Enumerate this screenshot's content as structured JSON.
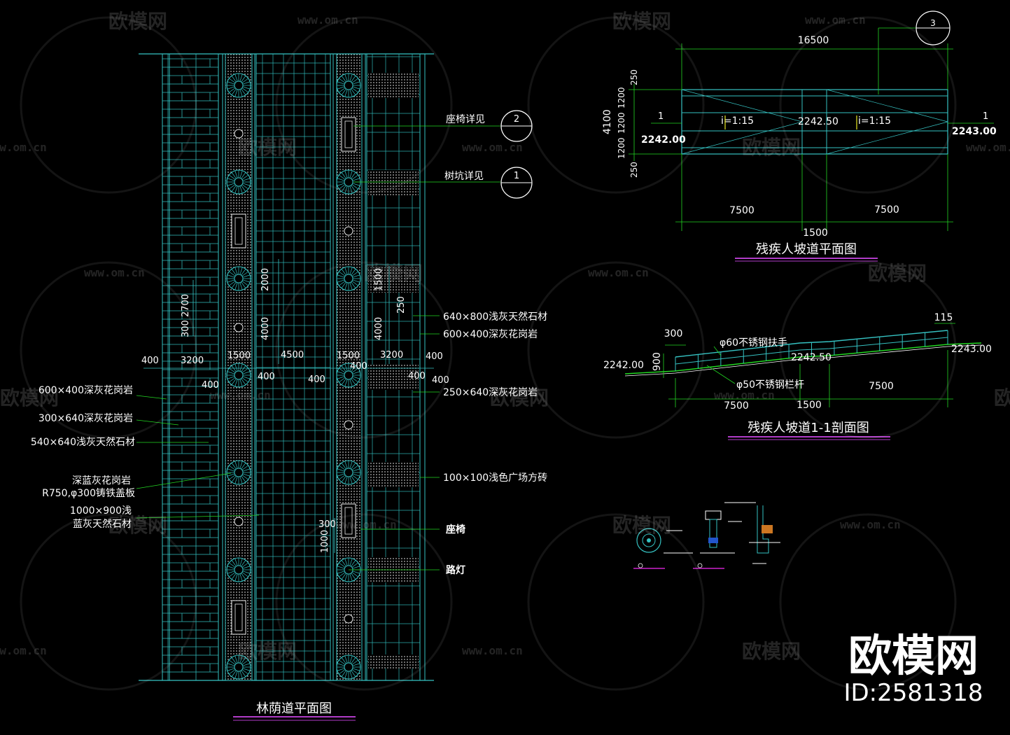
{
  "colors": {
    "background": "#000000",
    "cyan": "#35c2c2",
    "green": "#22d622",
    "white": "#ffffff",
    "yellow": "#e8e822",
    "magenta": "#cc22cc",
    "title_underline": "#b03cc8"
  },
  "watermarks": {
    "brand": "欧模网",
    "url": "www.om.cn",
    "id": "ID:2581318"
  },
  "plan": {
    "title": "林荫道平面图",
    "callouts": [
      {
        "text": "座椅详见",
        "ref": "2"
      },
      {
        "text": "树坑详见",
        "ref": "1"
      }
    ],
    "right_labels": [
      "640×800浅灰天然石材",
      "600×400深灰花岗岩",
      "250×640深灰花岗岩",
      "100×100浅色广场方砖",
      "座椅",
      "路灯"
    ],
    "left_labels": [
      "600×400深灰花岗岩",
      "300×640深灰花岗岩",
      "540×640浅灰天然石材",
      "深蓝灰花岗岩",
      "R750,φ300铸铁盖板",
      "1000×900浅",
      "蓝灰天然石材"
    ],
    "dims": {
      "d400a": "400",
      "d3200a": "3200",
      "d1500a": "1500",
      "d4500": "4500",
      "d1500b": "1500",
      "d3200b": "3200",
      "d400b": "400",
      "d400c": "400",
      "d400d": "400",
      "d400e": "400",
      "d400f": "400",
      "d400g": "400",
      "d400h": "400",
      "v300_2700": "300 2700",
      "v2000": "2000",
      "v4000a": "4000",
      "v1500": "1500",
      "v250": "250",
      "v4000b": "4000",
      "v300": "300",
      "v1000": "1000"
    }
  },
  "ramp_plan": {
    "title": "残疾人坡道平面图",
    "section_ref": "3",
    "cut_mark": "1",
    "dims": {
      "total": "16500",
      "left": "7500",
      "right": "7500",
      "mid": "1500",
      "v4100": "4100",
      "v250a": "250",
      "v1200a": "1200",
      "v1200b": "1200",
      "v1200c": "1200",
      "v250b": "250"
    },
    "slope_left": "i=1:15",
    "slope_right": "i=1:15",
    "elev_left": "2242.00",
    "elev_mid": "2242.50",
    "elev_right": "2243.00"
  },
  "ramp_section": {
    "title": "残疾人坡道1-1剖面图",
    "labels": {
      "handrail": "φ60不锈钢扶手",
      "rail": "φ50不锈钢栏杆"
    },
    "dims": {
      "d300": "300",
      "d115": "115",
      "d900": "900",
      "left": "7500",
      "mid": "1500",
      "right": "7500"
    },
    "elev_left": "2242.00",
    "elev_mid": "2242.50",
    "elev_right": "2243.00"
  }
}
